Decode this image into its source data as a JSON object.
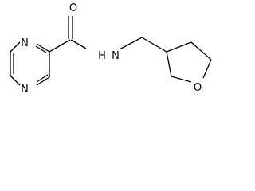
{
  "structure": {
    "atoms": {
      "n_ring_top": "N",
      "n_ring_bottom": "N",
      "o_carbonyl": "O",
      "n_amide": "N",
      "h_amide": "H",
      "o_ring": "O"
    }
  }
}
